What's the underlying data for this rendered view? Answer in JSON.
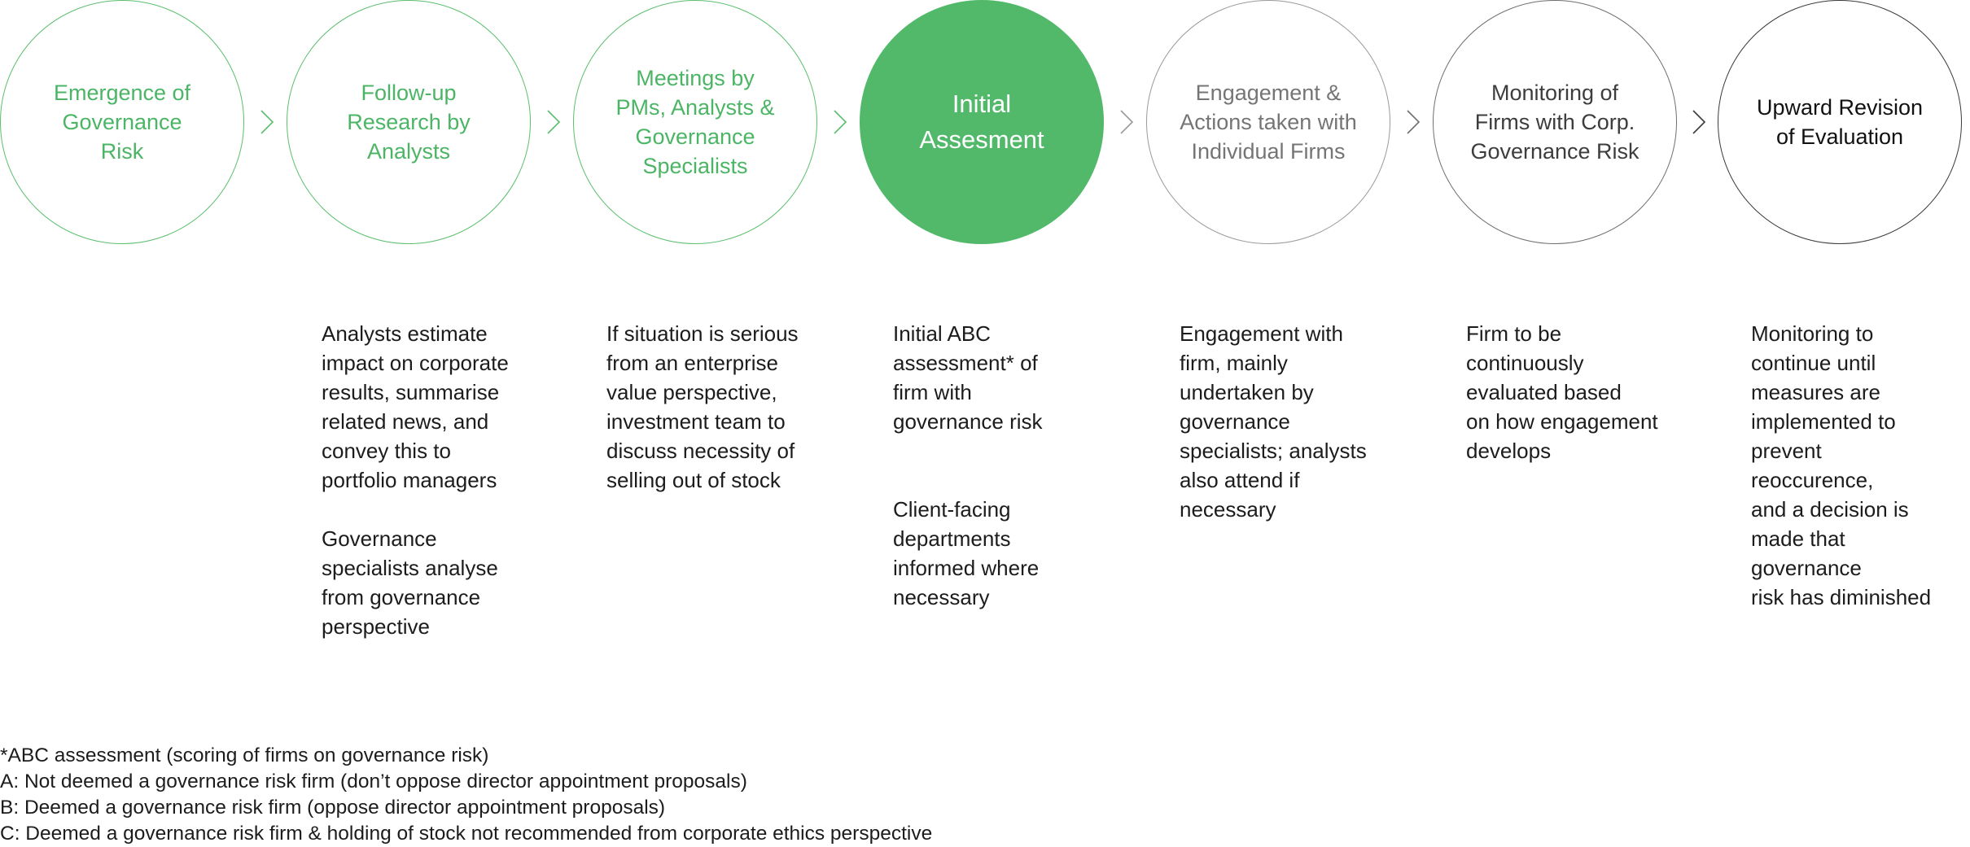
{
  "steps": [
    {
      "label": "Emergence of\nGovernance\nRisk",
      "style": "s-green-outline",
      "descriptions": []
    },
    {
      "label": "Follow-up\nResearch by\nAnalysts",
      "style": "s-green-outline",
      "descriptions": [
        "Analysts estimate\nimpact on corporate\nresults, summarise\nrelated news, and\nconvey this to\nportfolio managers",
        "Governance\nspecialists analyse\nfrom governance\nperspective"
      ]
    },
    {
      "label": "Meetings by\nPMs, Analysts &\nGovernance\nSpecialists",
      "style": "s-green-outline",
      "descriptions": [
        "If situation is serious\nfrom an enterprise\nvalue perspective,\ninvestment team to\ndiscuss necessity of\nselling out of stock"
      ]
    },
    {
      "label": "Initial\nAssesment",
      "style": "s-green-filled",
      "descriptions": [
        "Initial ABC\nassessment* of\nfirm with\ngovernance risk\n\n",
        "Client-facing\ndepartments\ninformed where\nnecessary"
      ]
    },
    {
      "label": "Engagement &\nActions taken with\nIndividual Firms",
      "style": "s-gray1",
      "descriptions": [
        "Engagement with\nfirm, mainly\nundertaken by\ngovernance\nspecialists; analysts\nalso attend if\nnecessary"
      ]
    },
    {
      "label": "Monitoring of\nFirms with Corp.\nGovernance Risk",
      "style": "s-gray2",
      "descriptions": [
        "Firm to be\ncontinuously\nevaluated based\non how engagement\ndevelops"
      ]
    },
    {
      "label": "Upward Revision\nof Evaluation",
      "style": "s-black",
      "descriptions": [
        "Monitoring to\ncontinue until\nmeasures are\nimplemented to\nprevent\nreoccurence,\nand a decision is\nmade that\ngovernance\nrisk has diminished"
      ]
    }
  ],
  "chevron_colors": [
    "#5bbf6e",
    "#5bbf6e",
    "#5bbf6e",
    "#9a9a9a",
    "#6f6f6f",
    "#3a3a3a"
  ],
  "footnote": {
    "heading": "*ABC assessment (scoring of firms on governance risk)",
    "lines": [
      "A: Not deemed a governance risk firm (don’t oppose director appointment proposals)",
      "B: Deemed a governance risk firm (oppose director appointment proposals)",
      "C: Deemed a governance risk firm & holding of stock not recommended from corporate ethics perspective"
    ]
  }
}
